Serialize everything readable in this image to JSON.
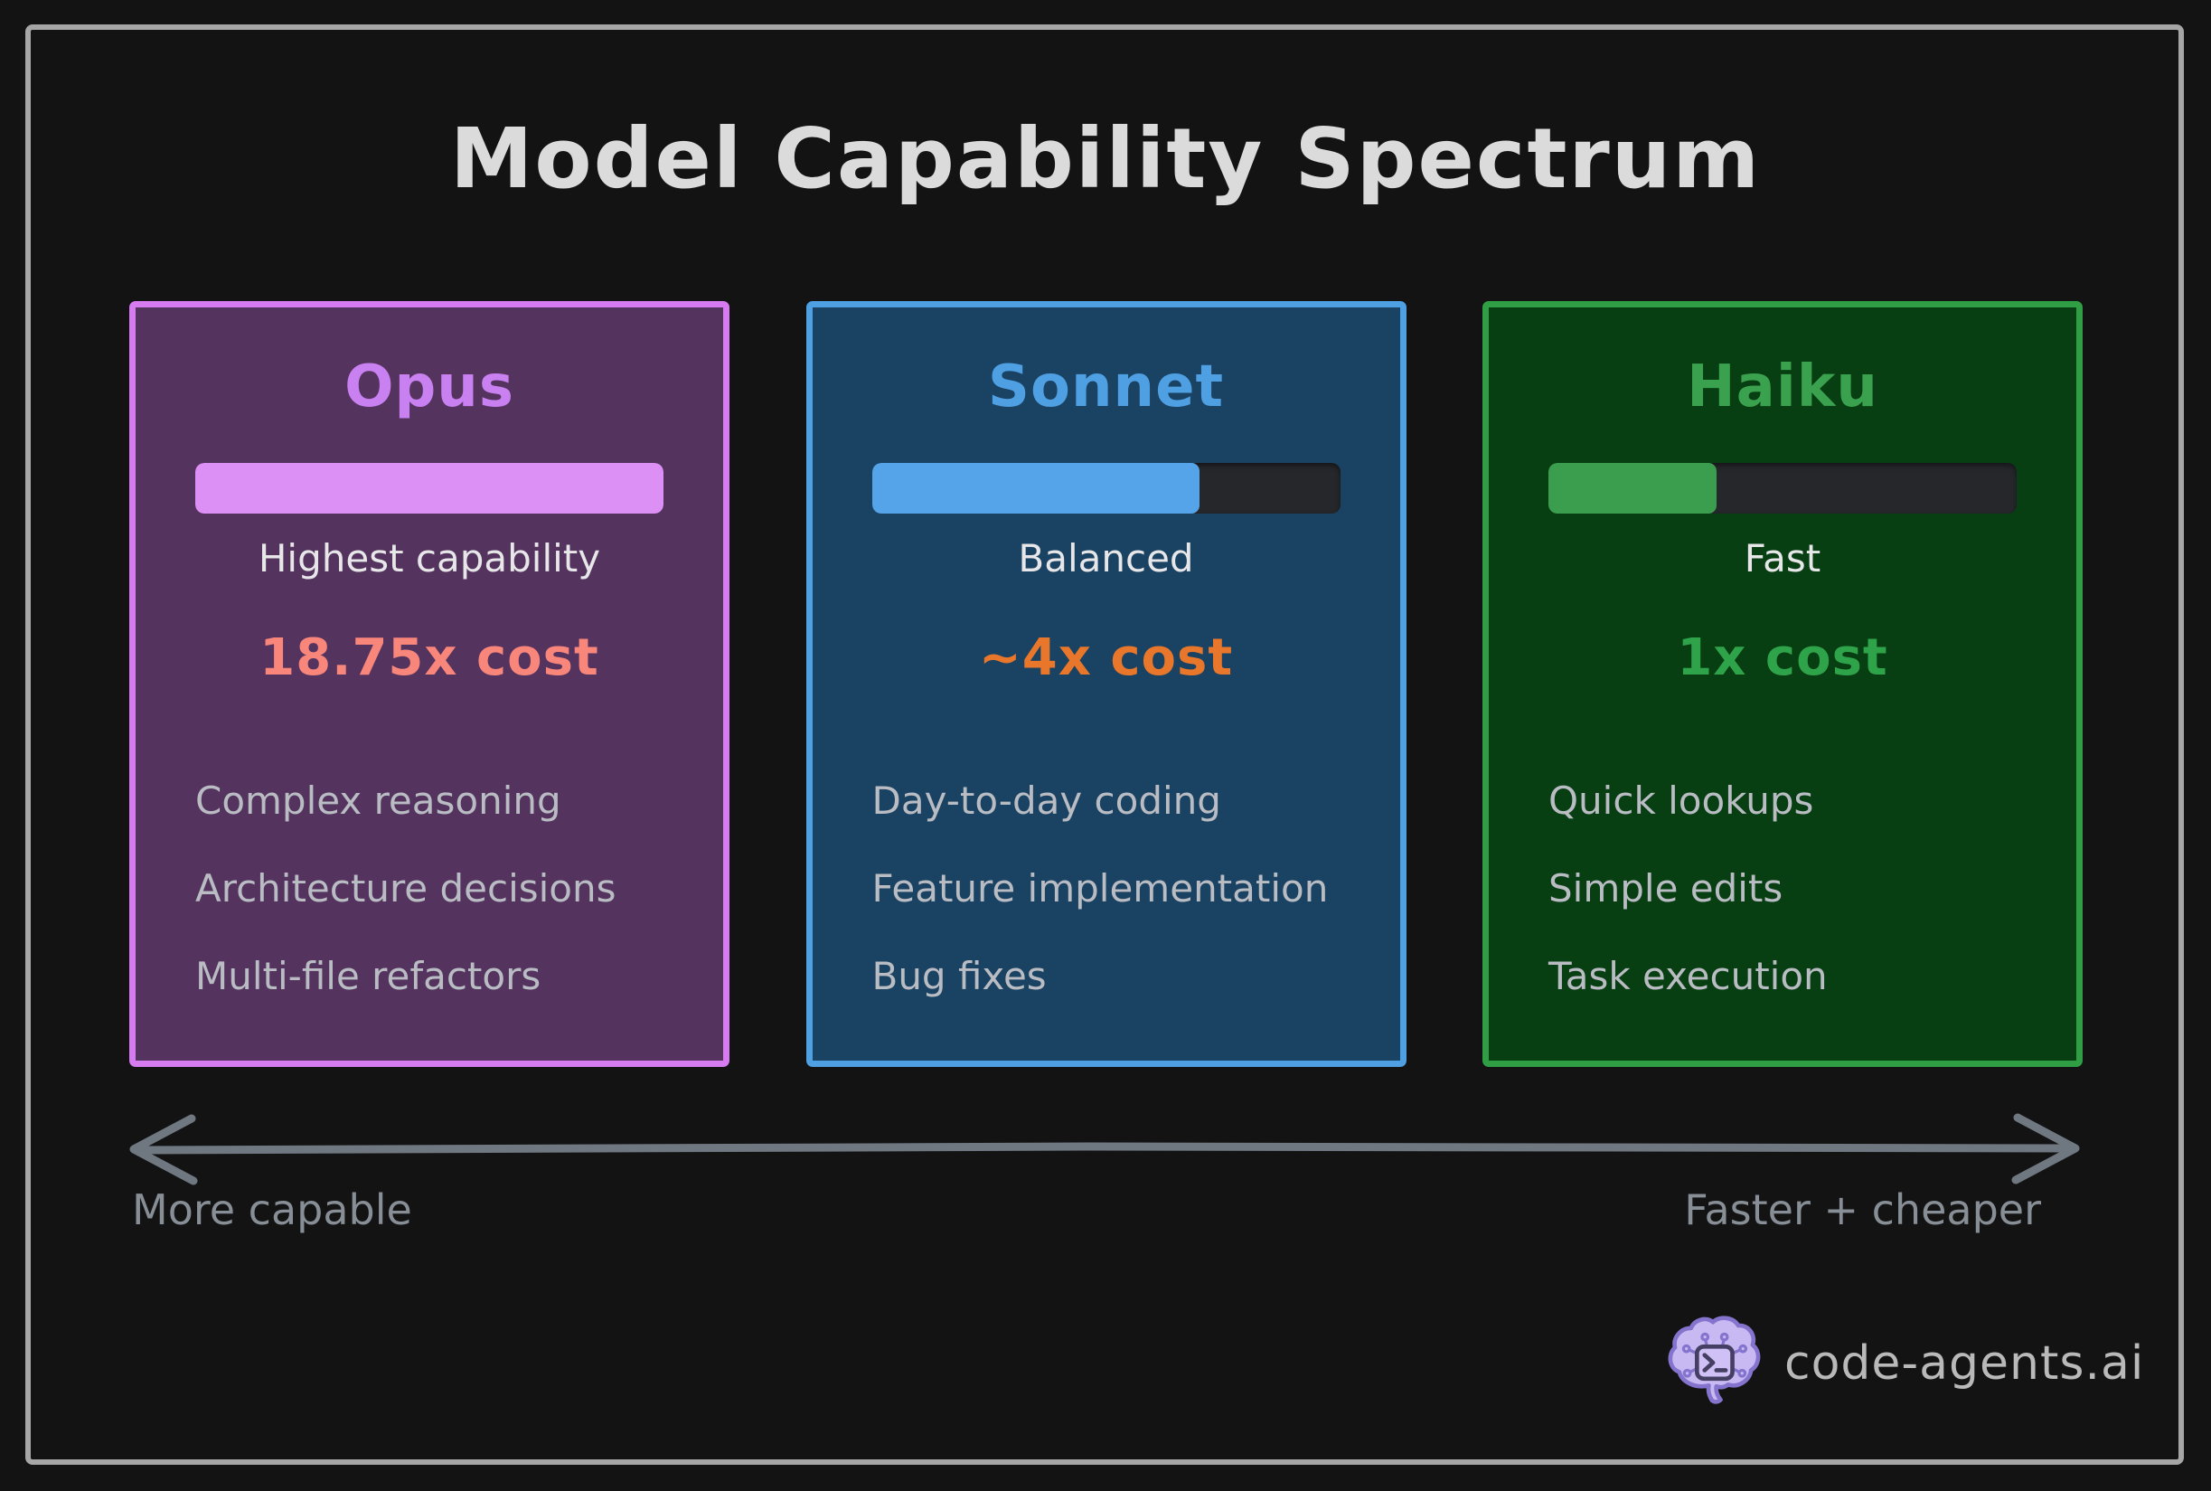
{
  "page": {
    "title": "Model Capability Spectrum"
  },
  "colors": {
    "background": "#131313",
    "frame_border": "#a6a6a6",
    "title_text": "#dbdbdb",
    "caption_text": "#e7e7e9",
    "feature_text": "#b9bdc3",
    "bar_track": "#25272b",
    "arrow": "#6f7781",
    "axis_label_text": "#878e96",
    "brand_text": "#b9b9b9",
    "logo_fill": "#c9b9f2",
    "logo_chip_fill": "#cfc0f5",
    "logo_stroke": "#8574ce",
    "logo_detail": "#453f63"
  },
  "cards": [
    {
      "name": "Opus",
      "tagline": "Highest capability",
      "cost": "18.75x cost",
      "capability_pct": 100,
      "features": [
        "Complex reasoning",
        "Architecture decisions",
        "Multi-file refactors"
      ],
      "colors": {
        "background": "#54335f",
        "accent": "#d77bf0",
        "title": "#c980f0",
        "bar_fill": "#dc8ff5",
        "cost": "#f9867a"
      }
    },
    {
      "name": "Sonnet",
      "tagline": "Balanced",
      "cost": "~4x cost",
      "capability_pct": 70,
      "features": [
        "Day-to-day coding",
        "Feature implementation",
        "Bug fixes"
      ],
      "colors": {
        "background": "#1a4262",
        "accent": "#4f9fe3",
        "title": "#4f9fe3",
        "bar_fill": "#55a3e8",
        "cost": "#e8772b"
      }
    },
    {
      "name": "Haiku",
      "tagline": "Fast",
      "cost": "1x cost",
      "capability_pct": 36,
      "features": [
        "Quick lookups",
        "Simple edits",
        "Task execution"
      ],
      "colors": {
        "background": "#073e12",
        "accent": "#2f9e44",
        "title": "#3aa24e",
        "bar_fill": "#3b9e4e",
        "cost": "#2fa34a"
      }
    }
  ],
  "axis": {
    "left_label": "More capable",
    "right_label": "Faster + cheaper"
  },
  "footer": {
    "brand": "code-agents.ai",
    "icon": "brain-terminal-icon"
  }
}
